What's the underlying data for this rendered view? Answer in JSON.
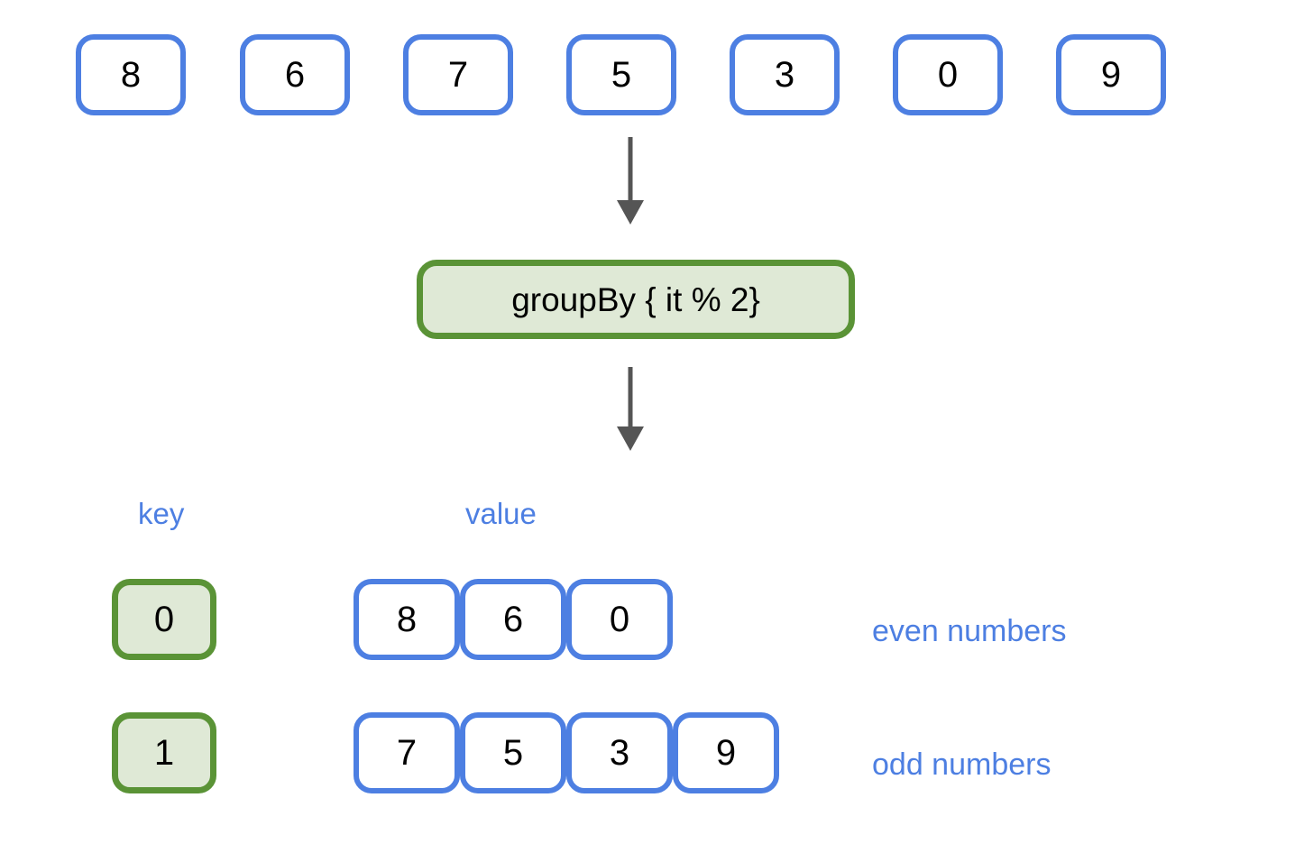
{
  "diagram": {
    "title": "Kotlin groupBy operation diagram",
    "colors": {
      "blue": "#4d7fe2",
      "green_border": "#5a9336",
      "green_fill": "#dfe9d6",
      "arrow": "#555555",
      "text": "#000000",
      "background": "#ffffff"
    },
    "input": {
      "items": [
        "8",
        "6",
        "7",
        "5",
        "3",
        "0",
        "9"
      ]
    },
    "operation": {
      "label": "groupBy { it % 2}"
    },
    "arrows": [
      {
        "name": "arrow-input-to-operation",
        "direction": "down"
      },
      {
        "name": "arrow-operation-to-result",
        "direction": "down"
      }
    ],
    "result": {
      "column_headers": {
        "key": "key",
        "value": "value"
      },
      "groups": [
        {
          "key": "0",
          "values": [
            "8",
            "6",
            "0"
          ],
          "annotation": "even numbers"
        },
        {
          "key": "1",
          "values": [
            "7",
            "5",
            "3",
            "9"
          ],
          "annotation": "odd numbers"
        }
      ]
    }
  }
}
